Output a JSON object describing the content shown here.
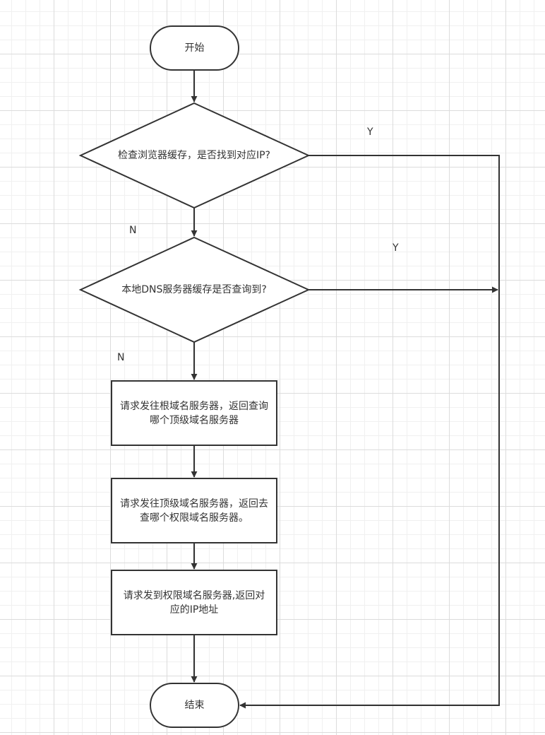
{
  "nodes": {
    "start": "开始",
    "check_browser_cache": "检查浏览器缓存，是否找到对应IP?",
    "check_local_dns": "本地DNS服务器缓存是否查询到?",
    "root_server": "请求发往根域名服务器，返回查询哪个顶级域名服务器",
    "tld_server": "请求发往顶级域名服务器，返回去查哪个权限域名服务器。",
    "authoritative_server": "请求发到权限域名服务器,返回对应的IP地址",
    "end": "结束"
  },
  "edge_labels": {
    "browser_yes": "Y",
    "browser_no": "N",
    "dns_yes": "Y",
    "dns_no": "N"
  },
  "colors": {
    "stroke": "#333333",
    "background": "#ffffff",
    "grid": "#dcdcdc"
  }
}
